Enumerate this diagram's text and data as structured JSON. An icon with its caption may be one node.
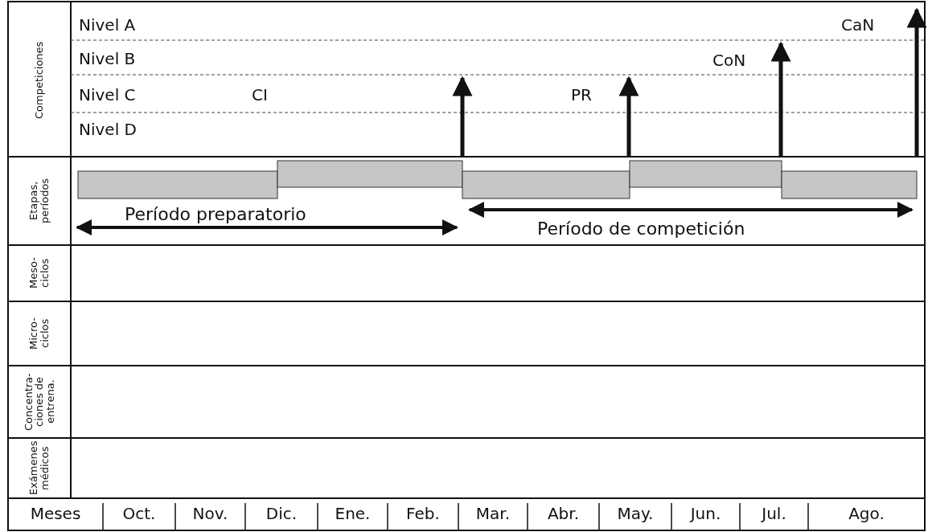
{
  "diagram": {
    "labels": [
      "Competiciones",
      "Nivel A",
      "CaN",
      "Nivel B",
      "CoN",
      "Nivel C",
      "CI",
      "PR",
      "Nivel D",
      "Etapas, períodos",
      "Período preparatorio",
      "Período de competición",
      "Meso- ciclos",
      "Micro- ciclos",
      "Concentra- ciones de entrena.",
      "Exámenes médicos",
      "Meses",
      "Oct.",
      "Nov.",
      "Dic.",
      "Ene.",
      "Feb.",
      "Mar.",
      "Abr.",
      "May.",
      "Jun.",
      "Jul.",
      "Ago."
    ]
  }
}
